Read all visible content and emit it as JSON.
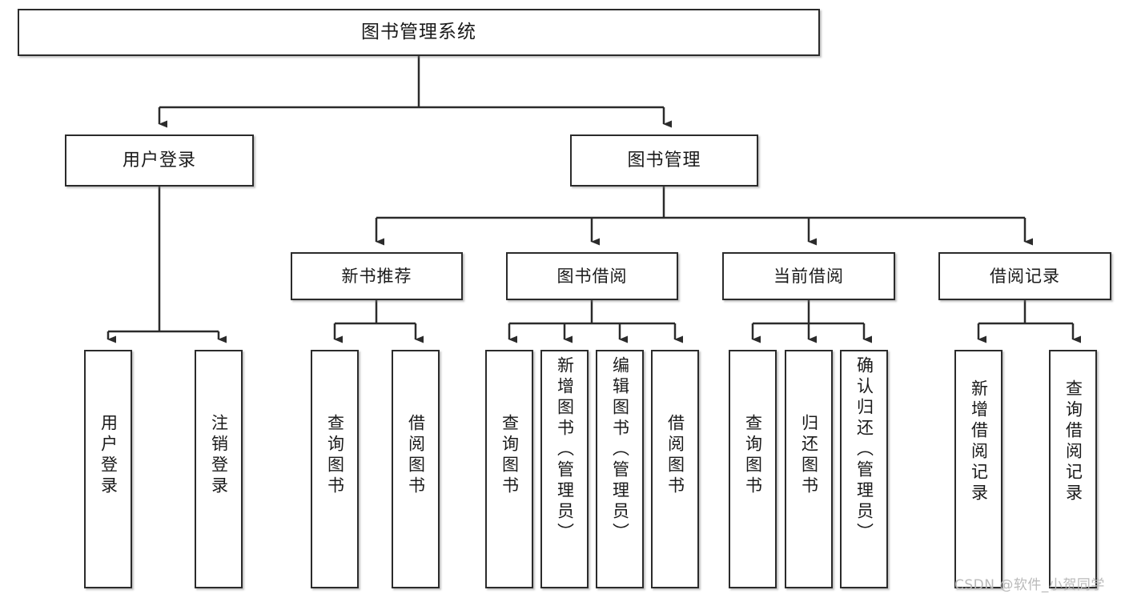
{
  "diagram": {
    "type": "tree-hierarchy",
    "title": "图书管理系统",
    "orientation": "top-down",
    "colors": {
      "node_border": "#2b2b2b",
      "node_fill": "#ffffff",
      "edge": "#2b2b2b",
      "text": "#1a1a1a",
      "watermark": "#b9b9b9"
    },
    "root": {
      "label": "图书管理系统"
    },
    "level2": [
      {
        "label": "用户登录"
      },
      {
        "label": "图书管理"
      }
    ],
    "level3": [
      {
        "label": "新书推荐"
      },
      {
        "label": "图书借阅"
      },
      {
        "label": "当前借阅"
      },
      {
        "label": "借阅记录"
      }
    ],
    "leaves": {
      "user_login": [
        {
          "label": "用户登录"
        },
        {
          "label": "注销登录"
        }
      ],
      "new_book_recommend": [
        {
          "label": "查询图书"
        },
        {
          "label": "借阅图书"
        }
      ],
      "book_borrow": [
        {
          "label": "查询图书"
        },
        {
          "label": "新增图书（管理员）"
        },
        {
          "label": "编辑图书（管理员）"
        },
        {
          "label": "借阅图书"
        }
      ],
      "current_borrow": [
        {
          "label": "查询图书"
        },
        {
          "label": "归还图书"
        },
        {
          "label": "确认归还（管理员）"
        }
      ],
      "borrow_record": [
        {
          "label": "新增借阅记录"
        },
        {
          "label": "查询借阅记录"
        }
      ]
    },
    "watermark": "CSDN @软件_小贺同学"
  }
}
